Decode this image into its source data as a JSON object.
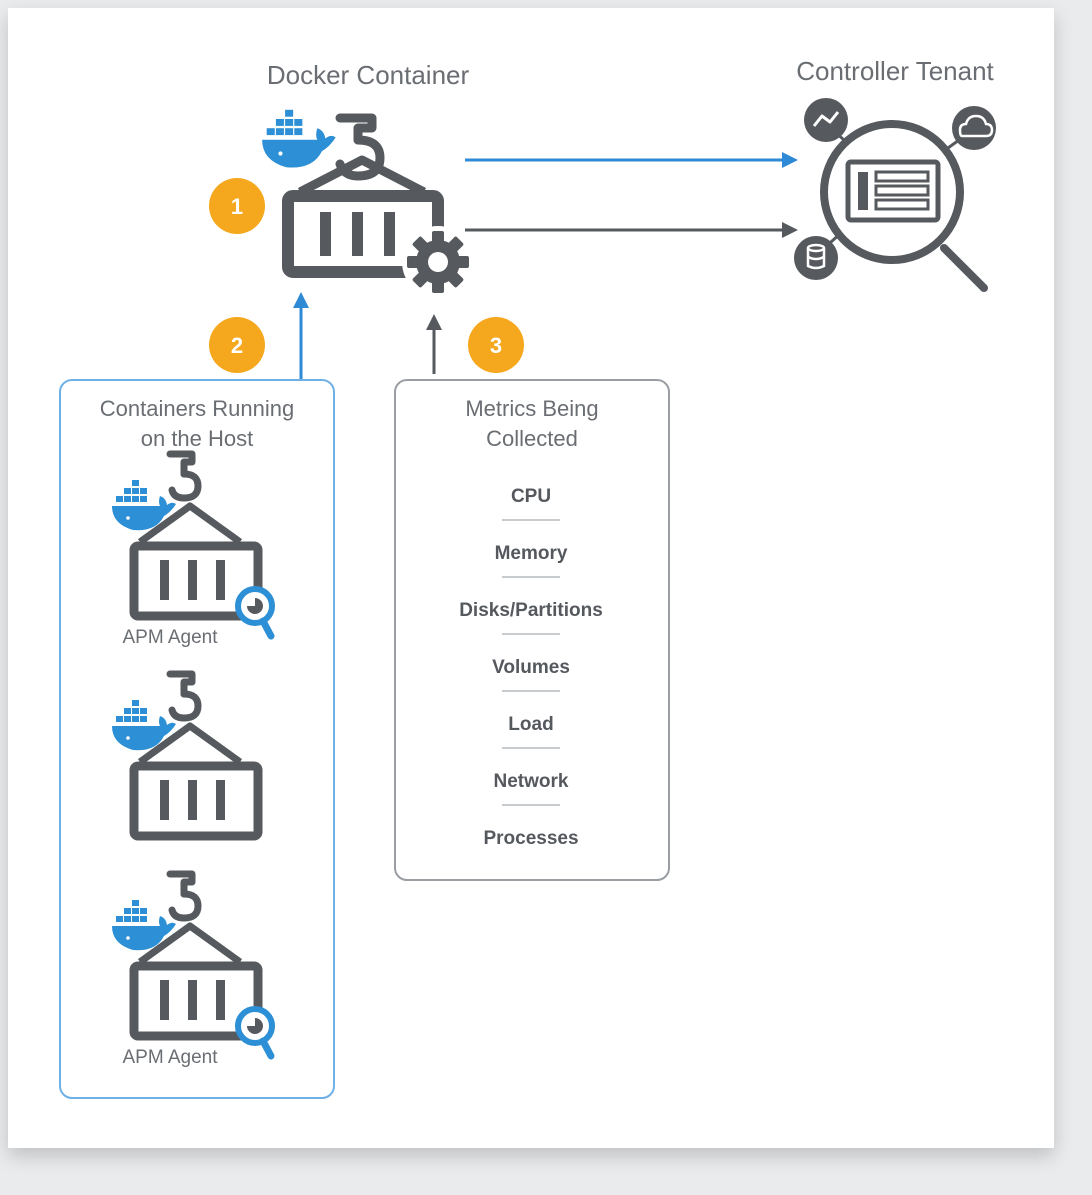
{
  "titles": {
    "docker_container": "Docker Container",
    "controller_tenant": "Controller Tenant"
  },
  "badges": [
    "1",
    "2",
    "3"
  ],
  "host_box": {
    "title_line1": "Containers Running",
    "title_line2": "on the Host",
    "agent_label": "APM Agent"
  },
  "metrics_box": {
    "title_line1": "Metrics  Being",
    "title_line2": "Collected",
    "items": [
      "CPU",
      "Memory",
      "Disks/Partitions",
      "Volumes",
      "Load",
      "Network",
      "Processes"
    ]
  },
  "colors": {
    "accent_blue": "#2f8ad6",
    "badge_orange": "#f5a81e",
    "icon_gray": "#56595e",
    "docker_blue": "#2d8fd5"
  }
}
